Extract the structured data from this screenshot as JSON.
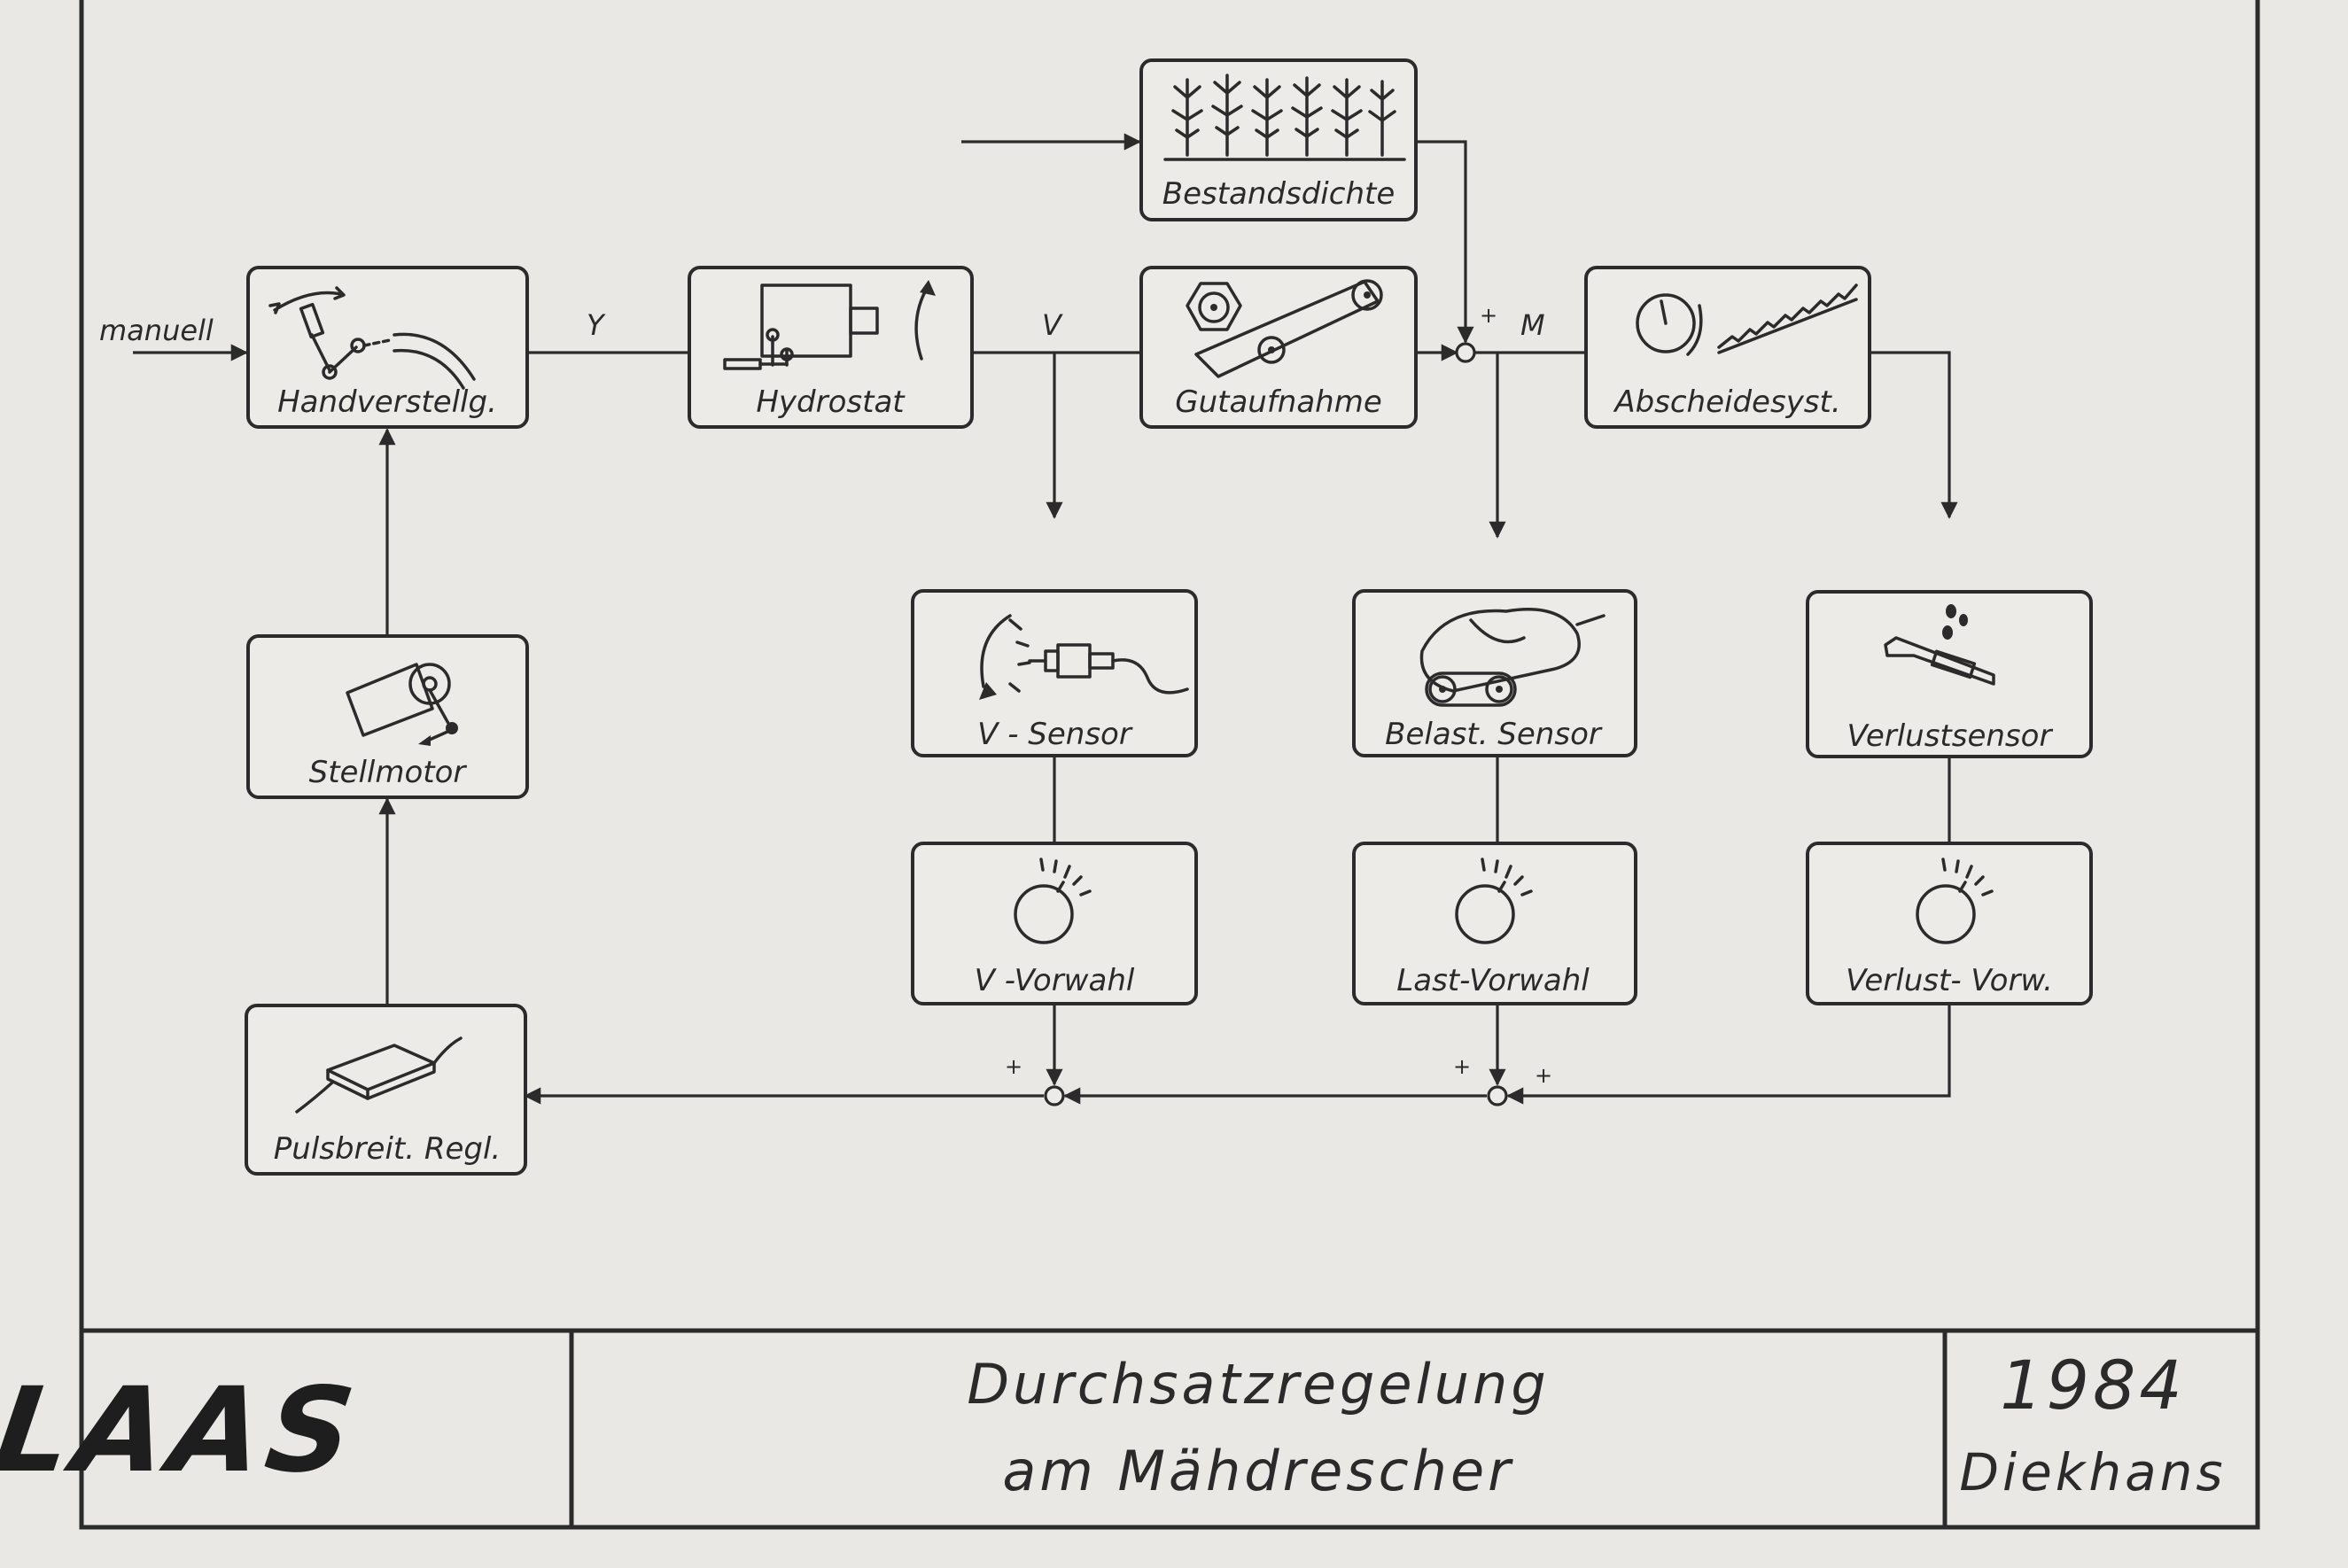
{
  "blocks": {
    "bestandsdichte": "Bestandsdichte",
    "handverstellg": "Handverstellg.",
    "hydrostat": "Hydrostat",
    "gutaufnahme": "Gutaufnahme",
    "abscheidesyst": "Abscheidesyst.",
    "stellmotor": "Stellmotor",
    "v_sensor": "V - Sensor",
    "belast_sensor": "Belast. Sensor",
    "verlustsensor": "Verlustsensor",
    "v_vorwahl": "V -Vorwahl",
    "last_vorwahl": "Last-Vorwahl",
    "verlust_vorw": "Verlust- Vorw.",
    "pulsbreit_regl": "Pulsbreit. Regl."
  },
  "signals": {
    "manuell": "manuell",
    "y": "Y",
    "v": "V",
    "m": "M",
    "plus": "+"
  },
  "title_block": {
    "logo": "CLAAS",
    "title_line1": "Durchsatzregelung",
    "title_line2": "am Mähdrescher",
    "year": "1984",
    "author": "Diekhans"
  }
}
